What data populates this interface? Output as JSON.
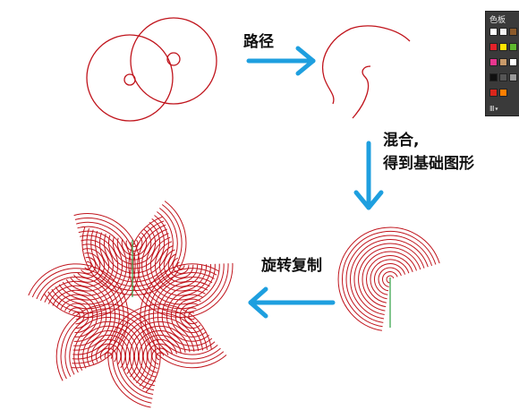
{
  "labels": {
    "path": "路径",
    "blend_line1": "混合,",
    "blend_line2": "得到基础图形",
    "rotate_copy": "旋转复制"
  },
  "swatch_panel": {
    "title": "色板",
    "menu_icon": "library-menu-icon",
    "swatches": [
      {
        "id": "none",
        "color": "#ffffff"
      },
      {
        "id": "registration",
        "color": "#f2f2f2"
      },
      {
        "id": "brown",
        "color": "#8b5a2b"
      },
      {
        "id": "red",
        "color": "#e3222a"
      },
      {
        "id": "yellow",
        "color": "#ffe400"
      },
      {
        "id": "green",
        "color": "#5fb82e"
      },
      {
        "id": "pink",
        "color": "#e8368f"
      },
      {
        "id": "tan",
        "color": "#c89a6a"
      },
      {
        "id": "white2",
        "color": "#ffffff"
      },
      {
        "id": "black",
        "color": "#111111"
      },
      {
        "id": "darkgray",
        "color": "#555555"
      },
      {
        "id": "gray",
        "color": "#999999"
      },
      {
        "id": "folder-red",
        "color": "#d9261c"
      },
      {
        "id": "folder-orange",
        "color": "#ff7f00"
      }
    ]
  },
  "colors": {
    "stroke": "#c0141c",
    "arrow": "#1e9fdf",
    "axis_line": "#2ea043",
    "panel_bg": "#3a3a3a"
  },
  "icons": [
    "arrow-right-icon",
    "arrow-down-icon",
    "arrow-left-icon"
  ]
}
